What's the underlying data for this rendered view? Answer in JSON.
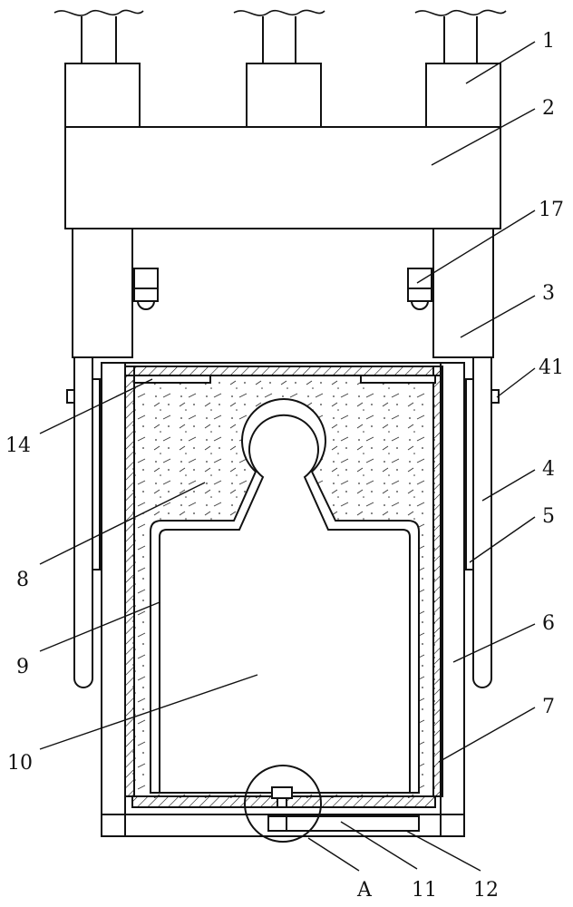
{
  "labels": {
    "n1": "1",
    "n2": "2",
    "n3": "3",
    "n17": "17",
    "n41": "41",
    "n4": "4",
    "n5": "5",
    "n6": "6",
    "n7": "7",
    "n14": "14",
    "n8": "8",
    "n9": "9",
    "n10": "10",
    "n11": "11",
    "n12": "12",
    "detail_a": "A"
  },
  "colors": {
    "line": "#111111",
    "background": "#ffffff"
  }
}
